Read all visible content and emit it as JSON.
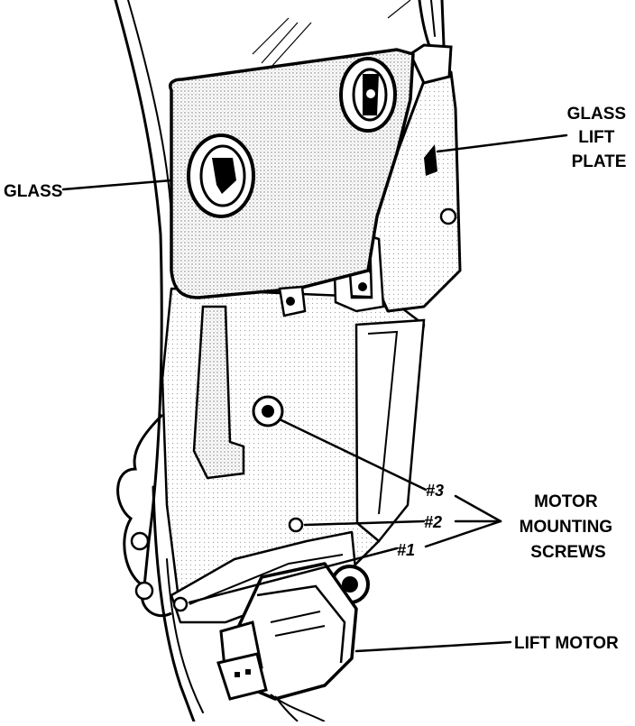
{
  "colors": {
    "ink": "#000000",
    "paper": "#ffffff",
    "stipple": "#8a8a8a"
  },
  "labels": {
    "glass": "GLASS",
    "glass_lift_plate": [
      "GLASS",
      "LIFT",
      "PLATE"
    ],
    "screw_3": "#3",
    "screw_2": "#2",
    "screw_1": "#1",
    "motor_mounting_screws": [
      "MOTOR",
      "MOUNTING",
      "SCREWS"
    ],
    "lift_motor": "LIFT MOTOR"
  }
}
